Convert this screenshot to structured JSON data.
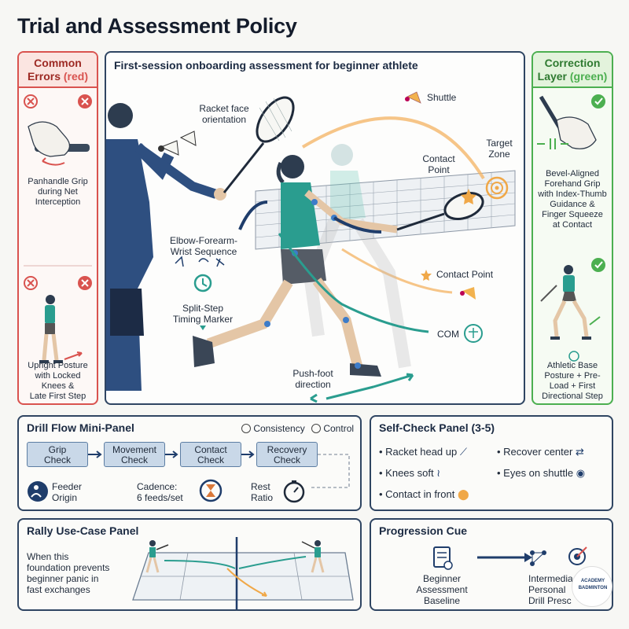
{
  "title": "Trial and Assessment Policy",
  "common_errors": {
    "heading_line1": "Common",
    "heading_line2a": "Errors ",
    "heading_line2b": "(red)",
    "item1_line1": "Panhandle Grip",
    "item1_line2": "during Net",
    "item1_line3": "Interception",
    "item2_line1": "Upright Posture",
    "item2_line2": "with Locked",
    "item2_line3": "Knees &",
    "item2_line4": "Late First Step"
  },
  "correction_layer": {
    "heading_line1": "Correction",
    "heading_line2a": "Layer ",
    "heading_line2b": "(green)",
    "item1_line1": "Bevel-Aligned",
    "item1_line2": "Forehand Grip",
    "item1_line3": "with Index-Thumb",
    "item1_line4": "Guidance &",
    "item1_line5": "Finger Squeeze",
    "item1_line6": "at Contact",
    "item2_line1": "Athletic Base",
    "item2_line2": "Posture + Pre-",
    "item2_line3": "Load + First",
    "item2_line4": "Directional Step"
  },
  "main": {
    "title": "First-session onboarding assessment for beginner athlete",
    "racket_face_line1": "Racket face",
    "racket_face_line2": "orientation",
    "shuttle": "Shuttle",
    "target_zone_line1": "Target",
    "target_zone_line2": "Zone",
    "contact_point_line1": "Contact",
    "contact_point_line2": "Point",
    "elbow_line1": "Elbow-Forearm-",
    "elbow_line2": "Wrist Sequence",
    "split_step_line1": "Split-Step",
    "split_step_line2": "Timing Marker",
    "contact_point_legend": "Contact Point",
    "com": "COM",
    "push_foot_line1": "Push-foot",
    "push_foot_line2": "direction"
  },
  "drill": {
    "title": "Drill Flow Mini-Panel",
    "legend_consistency": "Consistency",
    "legend_control": "Control",
    "step1_line1": "Grip",
    "step1_line2": "Check",
    "step2_line1": "Movement",
    "step2_line2": "Check",
    "step3_line1": "Contact",
    "step3_line2": "Check",
    "step4_line1": "Recovery",
    "step4_line2": "Check",
    "feeder_line1": "Feeder",
    "feeder_line2": "Origin",
    "cadence_line1": "Cadence:",
    "cadence_line2": "6 feeds/set",
    "rest_line1": "Rest",
    "rest_line2": "Ratio"
  },
  "self_check": {
    "title": "Self-Check Panel (3-5)",
    "items": [
      "Racket head up",
      "Recover center",
      "Knees soft",
      "Eyes on shuttle",
      "Contact in front"
    ]
  },
  "rally": {
    "title": "Rally Use-Case Panel",
    "desc_line1": "When this",
    "desc_line2": "foundation prevents",
    "desc_line3": "beginner panic in",
    "desc_line4": "fast exchanges"
  },
  "progression": {
    "title": "Progression Cue",
    "left_line1": "Beginner",
    "left_line2": "Assessment",
    "left_line3": "Baseline",
    "right_line1": "Intermedia",
    "right_line2": "Personal",
    "right_line3": "Drill Presc"
  },
  "logo": {
    "line1": "ACADEMY",
    "line2": "BADMINTON"
  },
  "colors": {
    "navy": "#2f4562",
    "red": "#d9534f",
    "green": "#4caf50",
    "teal": "#2a9d8f",
    "orange": "#f0a848"
  }
}
